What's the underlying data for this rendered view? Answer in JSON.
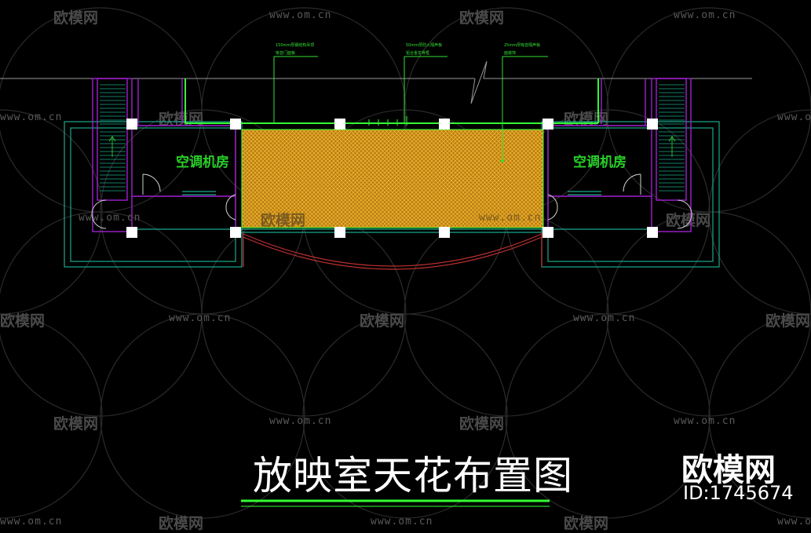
{
  "drawing": {
    "title": "放映室天花布置图",
    "rooms": [
      "空调机房",
      "空调机房"
    ],
    "annotations": [
      "150mm厚钢结构吊顶",
      "吸音门面板",
      "50mm厚防火隔声板",
      "铝合金龙骨框",
      "25mm厚吸音隔声板",
      "面装饰"
    ]
  },
  "watermark": {
    "site": "www.om.cn",
    "logo": "欧模网",
    "brand": "欧模网",
    "id": "ID:1745674"
  },
  "colors": {
    "background": "#000000",
    "wall": "#a020d0",
    "structure": "#1aa88c",
    "highlight": "#33ff33",
    "ceiling_fill": "#d89818",
    "column": "#ffffff"
  }
}
